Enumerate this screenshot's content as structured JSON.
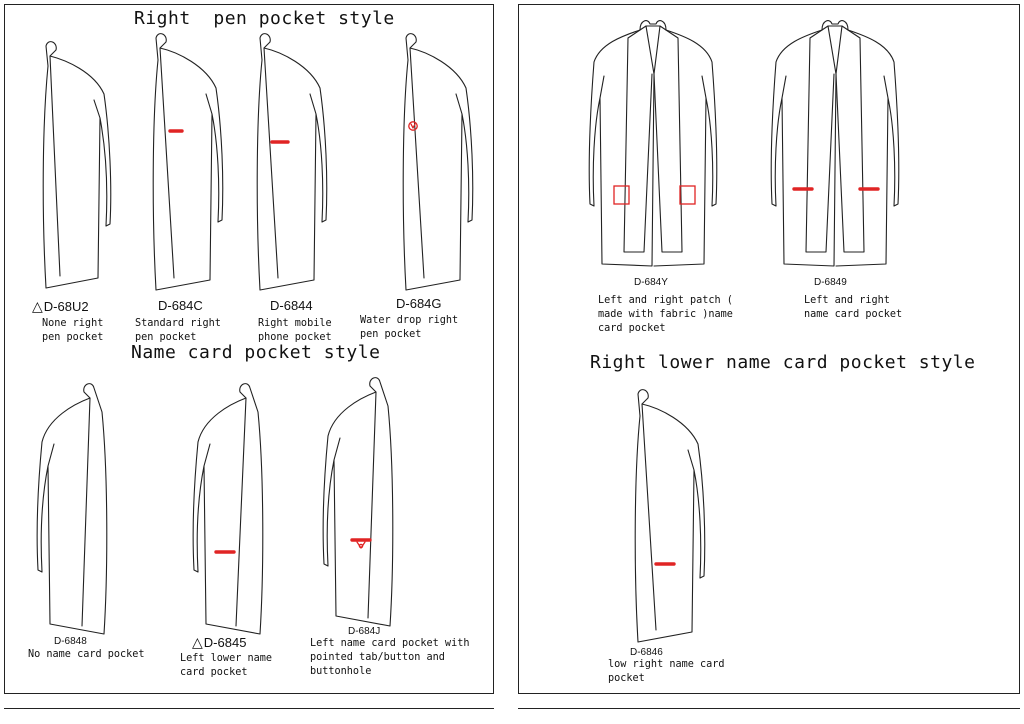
{
  "sections": {
    "pen_pocket_title": "Right  pen pocket style",
    "name_card_title": "Name card pocket style",
    "lower_right_title": "Right lower name card pocket style"
  },
  "styles": {
    "d68u2": {
      "code": "D-68U2",
      "desc": "None right\npen pocket"
    },
    "d684c": {
      "code": "D-684C",
      "desc": "Standard right\npen pocket"
    },
    "d6844": {
      "code": "D-6844",
      "desc": "Right mobile\nphone pocket"
    },
    "d684g": {
      "code": "D-684G",
      "desc": "Water drop right\npen pocket"
    },
    "d6848": {
      "code": "D-6848",
      "desc": "No name card pocket"
    },
    "d6845": {
      "code": "D-6845",
      "desc": "Left lower name\ncard pocket"
    },
    "d684j": {
      "code": "D-684J",
      "desc": "Left name card pocket with\npointed tab/button and\nbuttonhole"
    },
    "d684y": {
      "code": "D-684Y",
      "desc": "Left and right patch (\nmade with fabric )name\ncard pocket"
    },
    "d6849": {
      "code": "D-6849",
      "desc": "Left and right\nname card pocket"
    },
    "d6846": {
      "code": "D-6846",
      "desc": "low right name card\npocket"
    }
  },
  "colors": {
    "pocket_mark": "#e02424",
    "line": "#222222"
  },
  "icons": {
    "standard_marker": "triangle-outline-icon"
  }
}
